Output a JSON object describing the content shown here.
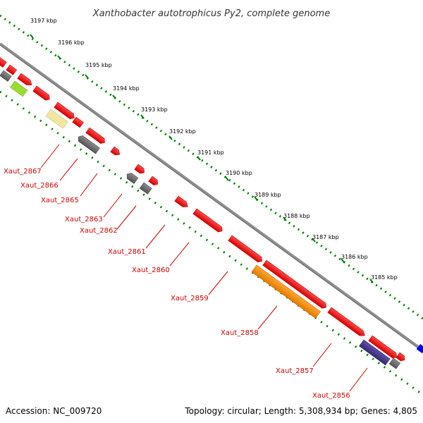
{
  "title": "Xanthobacter autotrophicus Py2, complete genome",
  "footer": {
    "accession": "Accession: NC_009720",
    "summary": "Topology: circular; Length: 5,308,934 bp; Genes: 4,805"
  },
  "kbp_labels": [
    "3197 kbp",
    "3196 kbp",
    "3195 kbp",
    "3194 kbp",
    "3193 kbp",
    "3192 kbp",
    "3191 kbp",
    "3190 kbp",
    "3189 kbp",
    "3188 kbp",
    "3187 kbp",
    "3186 kbp",
    "3185 kbp"
  ],
  "gene_labels": [
    "Xaut_2867",
    "Xaut_2866",
    "Xaut_2865",
    "Xaut_2863",
    "Xaut_2862",
    "Xaut_2861",
    "Xaut_2860",
    "Xaut_2859",
    "Xaut_2858",
    "Xaut_2857",
    "Xaut_2856"
  ],
  "colors": {
    "gene_red": "#ff0000",
    "gene_gray": "#707070",
    "gene_orange": "#ff8c00",
    "gene_purple": "#4b3c8c",
    "gene_lime": "#99dd33",
    "gene_yellow": "#f0e6a0",
    "gene_blue": "#0000ee",
    "tick_green": "#007a00",
    "backbone": "#888888",
    "label_red": "#cc0000"
  }
}
